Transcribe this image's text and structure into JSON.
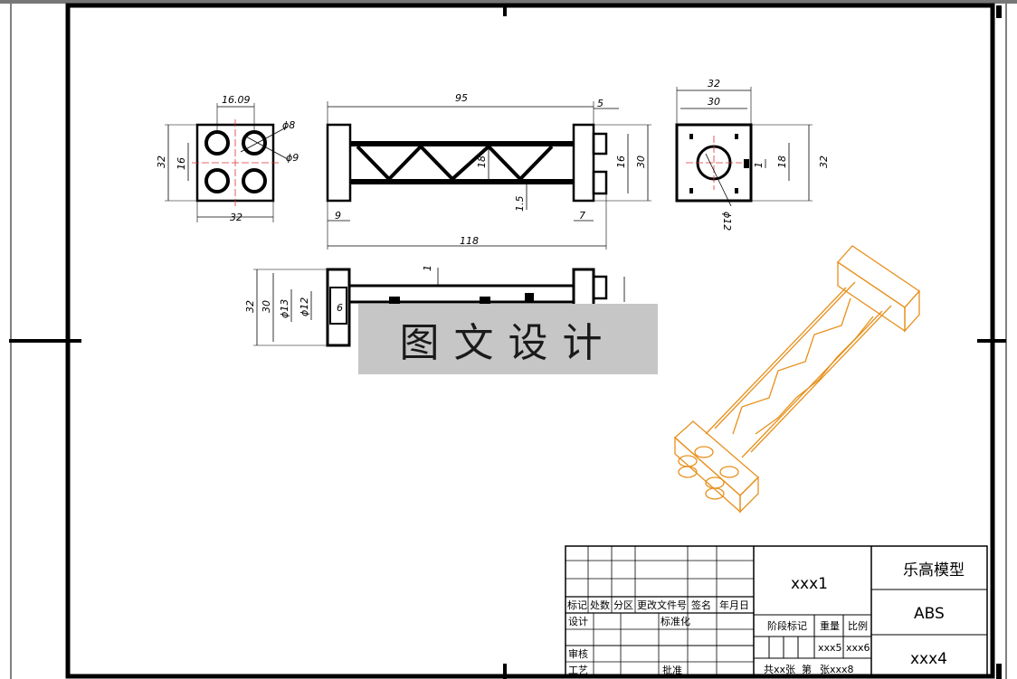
{
  "drawing": {
    "top_view_dims": {
      "spacing": "16.09",
      "height": "32",
      "stud_spacing": "16",
      "width": "32",
      "stud_outer": "ϕ8",
      "stud_inner": "ϕ9"
    },
    "front_view_dims": {
      "span": "95",
      "cap": "5",
      "height": "30",
      "truss": "18",
      "stud": "16",
      "web": "1.5",
      "left_plate": "9",
      "right_plate": "7",
      "total": "118"
    },
    "side_view_dims": {
      "outer": "32",
      "inner": "30",
      "hole_height": "18",
      "rib": "1",
      "total": "32",
      "bore": "ϕ12"
    },
    "section_view_dims": {
      "height": "32",
      "inner": "30",
      "d1": "ϕ13",
      "d2": "ϕ12",
      "depth": "6",
      "web": "1"
    }
  },
  "watermark": "图文设计",
  "title_block": {
    "headers": [
      "标记",
      "处数",
      "分区",
      "更改文件号",
      "签名",
      "年月日"
    ],
    "row_design": "设计",
    "row_standard": "标准化",
    "row_review": "审核",
    "row_process": "工艺",
    "row_approve": "批准",
    "stage_mark": "阶段标记",
    "weight": "重量",
    "scale": "比例",
    "drawing_number": "xxx1",
    "weight_value": "xxx5",
    "scale_value": "xxx6",
    "sheets_total": "共xx张",
    "sheet_no": "第",
    "sheet_label": "张xxx8",
    "drawing_name": "乐高模型",
    "material": "ABS",
    "code": "xxx4"
  }
}
